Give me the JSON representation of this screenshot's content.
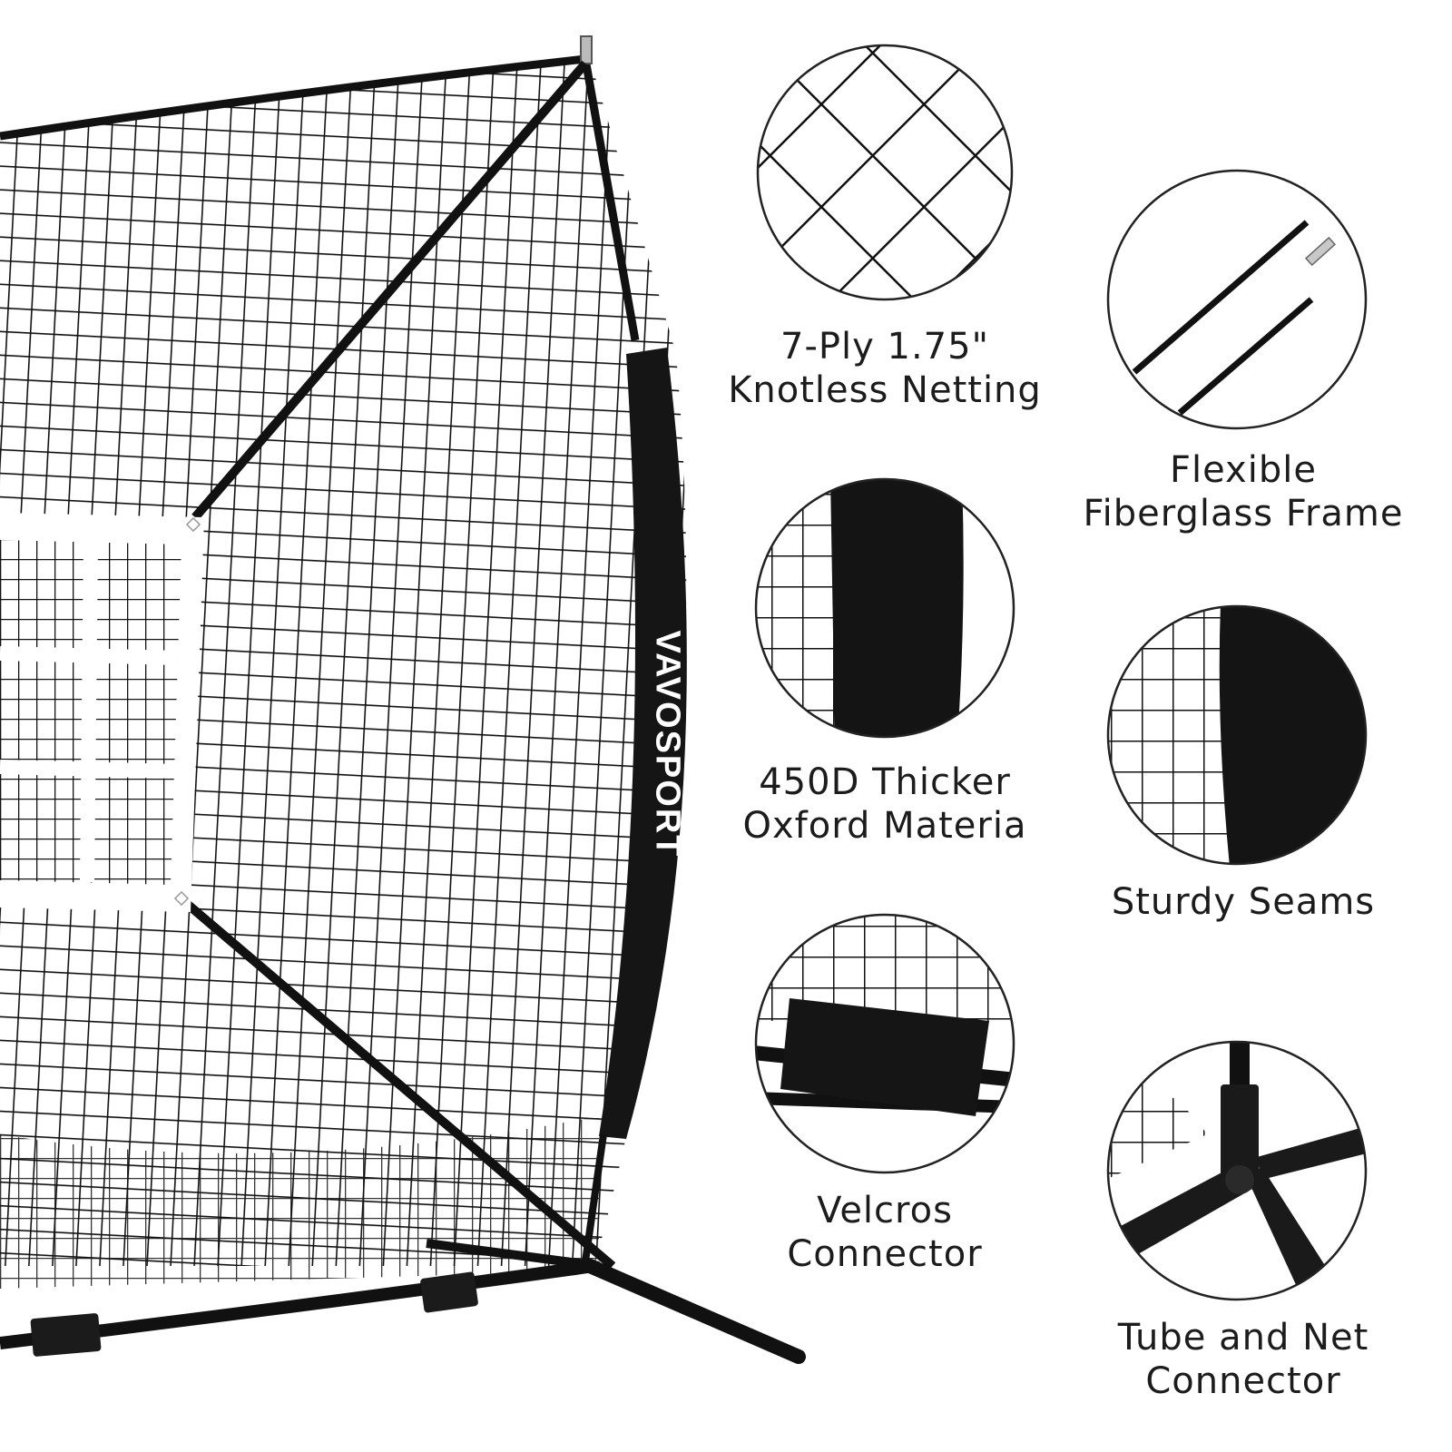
{
  "brand": {
    "text": "VAVOSPORT"
  },
  "colors": {
    "net": "#111111",
    "sleeve": "#151515",
    "target": "#ffffff",
    "background": "#ffffff",
    "text": "#1c1c1c"
  },
  "features": [
    {
      "line1": "7-Ply 1.75\"",
      "line2": "Knotless Netting"
    },
    {
      "line1": "Flexible",
      "line2": "Fiberglass Frame"
    },
    {
      "line1": "450D Thicker",
      "line2": "Oxford Materia"
    },
    {
      "line1": "Sturdy Seams",
      "line2": ""
    },
    {
      "line1": "Velcros",
      "line2": "Connector"
    },
    {
      "line1": "Tube and Net",
      "line2": "Connector"
    }
  ]
}
